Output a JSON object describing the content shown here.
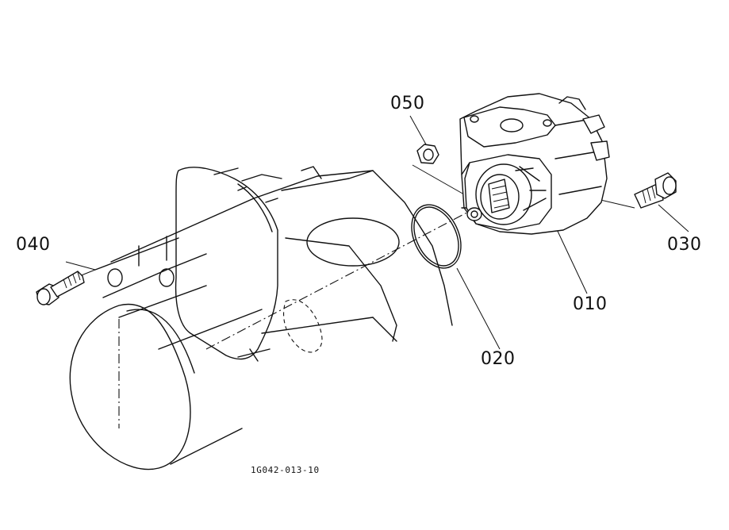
{
  "callouts": {
    "part_010": "010",
    "part_020": "020",
    "part_030": "030",
    "part_040": "040",
    "part_050": "050"
  },
  "drawing_number": "1G042-013-10"
}
